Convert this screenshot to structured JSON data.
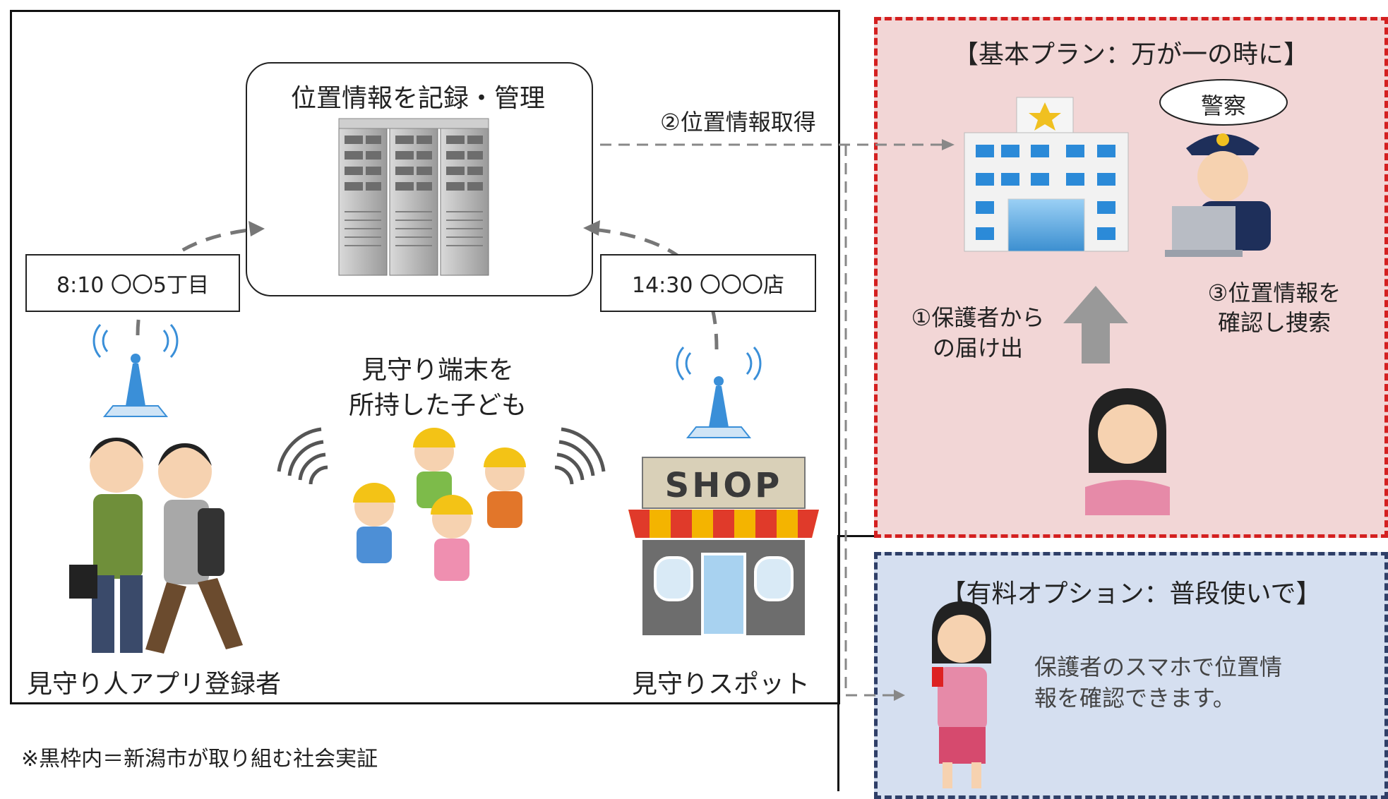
{
  "server": {
    "title": "位置情報を記録・管理"
  },
  "flows": {
    "location_acquire": "②位置情報取得",
    "report": [
      "①保護者から",
      "の届け出"
    ],
    "confirm_search": [
      "③位置情報を",
      "確認し捜索"
    ]
  },
  "logs": {
    "left": "8:10 〇〇5丁目",
    "right": "14:30 〇〇〇店"
  },
  "children_caption": [
    "見守り端末を",
    "所持した子ども"
  ],
  "left_caption": "見守り人アプリ登録者",
  "right_caption": "見守りスポット",
  "shop_sign": "SHOP",
  "basic_plan": {
    "title": "【基本プラン：万が一の時に】",
    "police_bubble": "警察"
  },
  "paid_option": {
    "title": "【有料オプション：普段使いで】",
    "desc": [
      "保護者のスマホで位置情",
      "報を確認できます。"
    ]
  },
  "footnote": "※黒枠内＝新潟市が取り組む社会実証",
  "colors": {
    "red_border": "#d42020",
    "red_fill": "#f2d6d6",
    "blue_border": "#2f3f68",
    "blue_fill": "#d5dff0",
    "antenna": "#3a8fd8"
  }
}
